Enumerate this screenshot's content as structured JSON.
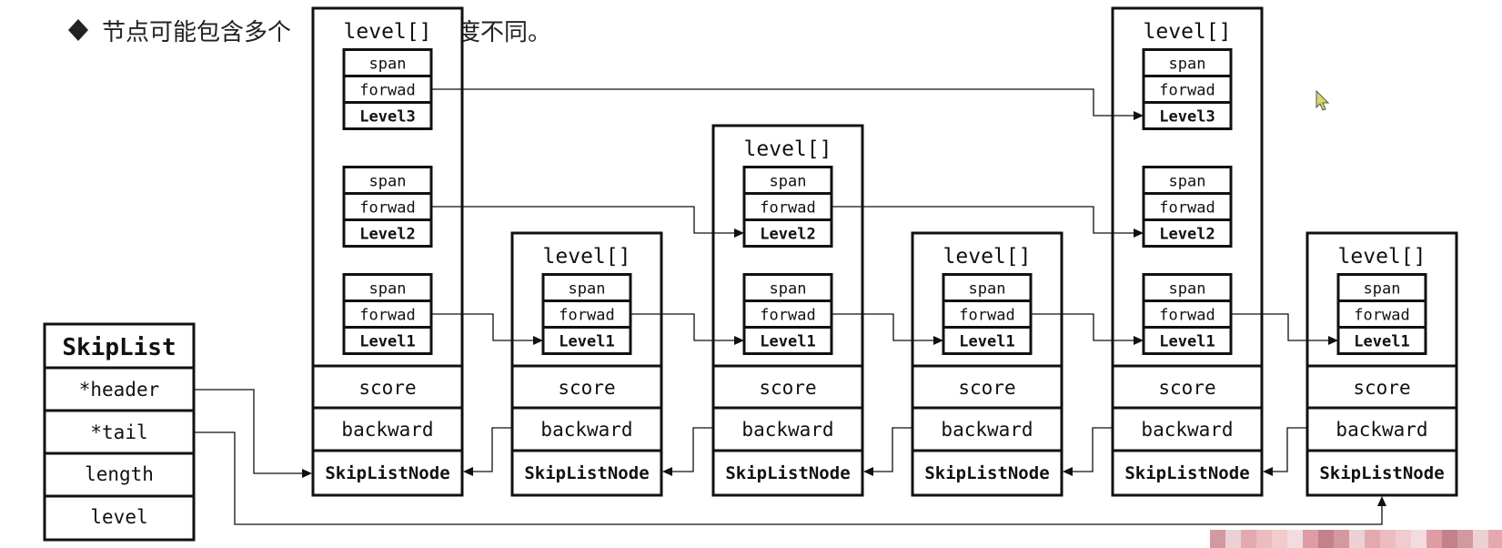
{
  "heading": {
    "text_left": "节点可能包含多个",
    "text_right": "度不同。"
  },
  "skiplist": {
    "title": "SkipList",
    "fields": [
      "*header",
      "*tail",
      "length",
      "level"
    ]
  },
  "node_labels": {
    "level_array": "level[]",
    "span": "span",
    "forward": "forwad",
    "score": "score",
    "backward": "backward",
    "node_name": "SkipListNode"
  },
  "nodes": [
    {
      "levels": [
        "Level3",
        "Level2",
        "Level1"
      ]
    },
    {
      "levels": [
        "Level1"
      ]
    },
    {
      "levels": [
        "Level2",
        "Level1"
      ]
    },
    {
      "levels": [
        "Level1"
      ]
    },
    {
      "levels": [
        "Level3",
        "Level2",
        "Level1"
      ]
    },
    {
      "levels": [
        "Level1"
      ]
    }
  ],
  "colors": {
    "line": "#111111",
    "background": "#ffffff",
    "blur_strip": [
      "#e9c9cc",
      "#d98c93",
      "#e8b0b5",
      "#c98890",
      "#f1d6d9",
      "#df9aa1",
      "#b86b76",
      "#eec2c6"
    ]
  },
  "decorations": {
    "mouse_cursor": "cursor-icon",
    "bullet": "diamond-bullet-icon"
  }
}
